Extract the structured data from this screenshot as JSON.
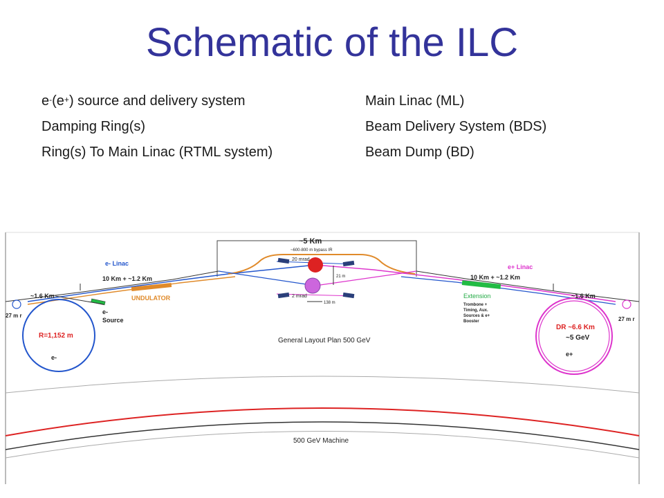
{
  "title": "Schematic of the ILC",
  "left_list": {
    "source_pre": "e",
    "source_sup1": "-",
    "source_mid": "(e",
    "source_sup2": "+",
    "source_post": ") source and delivery system",
    "damping": "Damping Ring(s)",
    "rtml": "Ring(s) To Main Linac (RTML system)"
  },
  "right_list": [
    "Main Linac (ML)",
    "Beam Delivery System (BDS)",
    "Beam Dump (BD)"
  ],
  "diagram": {
    "ir_length": "~5 Km",
    "bypass": "~600-800 m bypass IR",
    "mrad20": "20 mrad",
    "mrad2": "2 mrad",
    "dist21": "21 m",
    "dist138": "138 m",
    "eminus_linac": "e- Linac",
    "eplus_linac": "e+ Linac",
    "linac_len_left": "10 Km + ~1.2 Km",
    "linac_len_right": "10 Km + ~1.2 Km",
    "undulator": "UNDULATOR",
    "extension": "Extension",
    "extension_detail": [
      "Trombone +",
      "Timing, Aux.",
      "Sources & e+",
      "Booster"
    ],
    "km16_left": "~1.6 Km",
    "km16_right": "~1.6 Km",
    "r27_left": "27 m r",
    "r27_right": "27 m r",
    "eminus_source": [
      "e-",
      "Source"
    ],
    "r1152": "R=1,152 m",
    "eminus": "e-",
    "dr": "DR ~6.6 Km",
    "gev5": "~5 GeV",
    "eplus": "e+",
    "layout_plan": "General Layout Plan 500 GeV",
    "machine": "500 GeV Machine"
  },
  "colors": {
    "title": "#33339a",
    "electron": "#2255cc",
    "positron": "#dd33cc",
    "orange": "#e08a2a",
    "red_ip": "#dd2222",
    "green": "#22bb44"
  }
}
